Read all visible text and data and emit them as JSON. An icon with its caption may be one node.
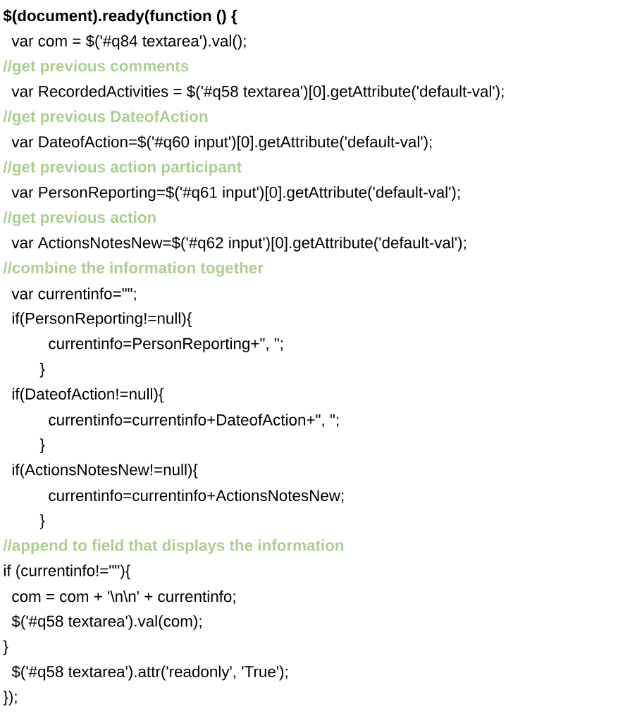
{
  "diagram": {
    "labels": [
      "$(document).ready(function () {",
      "var com = $('#q84 textarea').val();",
      "//get previous comments",
      "var RecordedActivities = $('#q58 textarea')[0].getAttribute('default-val');",
      "//get previous DateofAction",
      "var DateofAction=$('#q60 input')[0].getAttribute('default-val');",
      "//get previous action participant",
      "var PersonReporting=$('#q61 input')[0].getAttribute('default-val');",
      "//get previous action",
      "var ActionsNotesNew=$('#q62 input')[0].getAttribute('default-val');",
      "//combine the information together",
      "var currentinfo=\"\";",
      "if(PersonReporting!=null){",
      "currentinfo=PersonReporting+\", \";",
      "}",
      "if(DateofAction!=null){",
      "currentinfo=currentinfo+DateofAction+\", \";",
      "}",
      "if(ActionsNotesNew!=null){",
      "currentinfo=currentinfo+ActionsNotesNew;",
      "}",
      "//append to field that displays the information",
      "if (currentinfo!=\"\"){",
      "com = com + '\\n\\n' + currentinfo;",
      "$('#q58 textarea').val(com);",
      "}",
      "$('#q58 textarea').attr('readonly', 'True');",
      "});"
    ]
  }
}
